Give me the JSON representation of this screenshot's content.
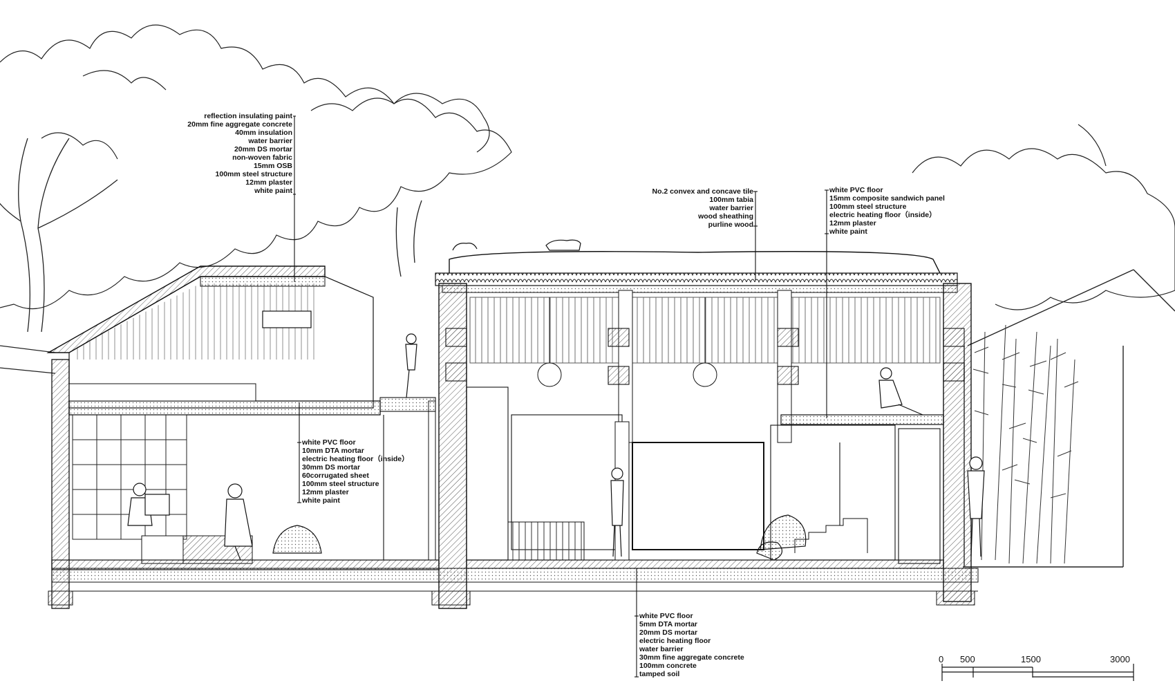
{
  "callouts": {
    "roof_left": [
      "reflection insulating paint",
      "20mm fine aggregate concrete",
      "40mm insulation",
      "water barrier",
      "20mm DS mortar",
      "non-woven fabric",
      "15mm OSB",
      "100mm steel structure",
      "12mm plaster",
      "white paint"
    ],
    "roof_main": [
      "No.2 convex and concave tile",
      "100mm tabia",
      "water barrier",
      "wood sheathing",
      "purline wood"
    ],
    "floor_right": [
      "white PVC floor",
      "15mm composite sandwich panel",
      "100mm steel structure",
      "electric heating floor（inside）",
      "12mm plaster",
      "white paint"
    ],
    "floor_left": [
      "white PVC floor",
      "10mm DTA mortar",
      "electric heating floor（inside）",
      "30mm DS mortar",
      "60corrugated sheet",
      "100mm steel structure",
      "12mm plaster",
      "white paint"
    ],
    "ground": [
      "white PVC floor",
      "5mm DTA mortar",
      "20mm DS mortar",
      "electric heating floor",
      "water barrier",
      "30mm fine aggregate concrete",
      "100mm concrete",
      "tamped soil"
    ]
  },
  "scale_bar": {
    "ticks": [
      "0",
      "500",
      "1500",
      "3000"
    ]
  },
  "colors": {
    "ink": "#111111",
    "paper": "#ffffff",
    "hatch": "#444444"
  }
}
